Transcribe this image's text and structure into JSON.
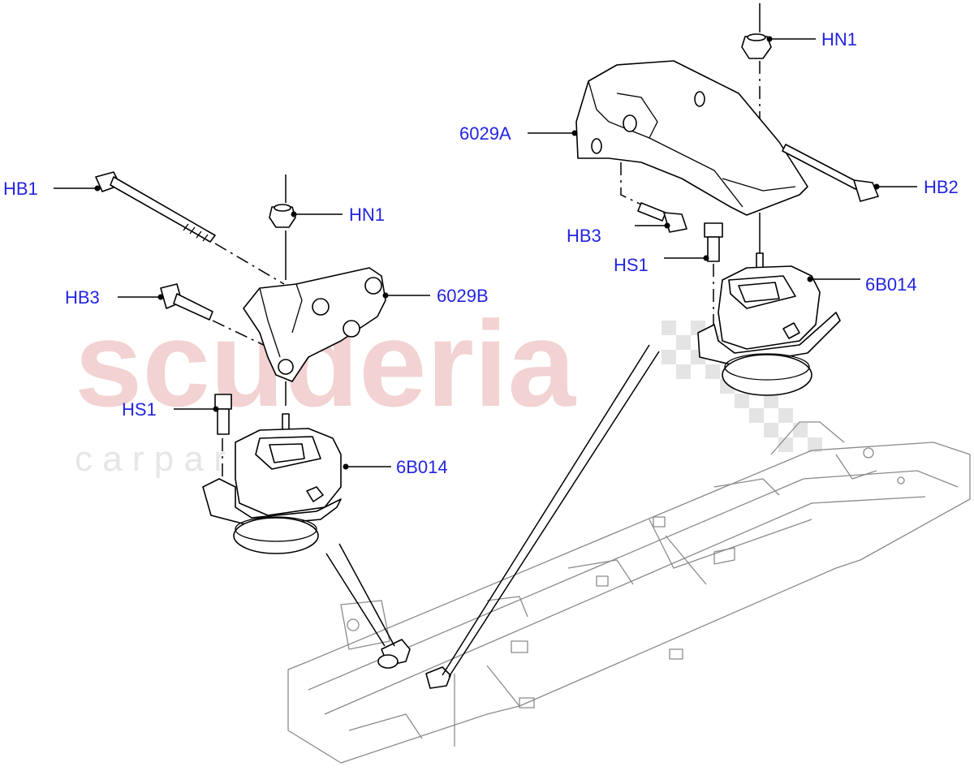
{
  "watermark": {
    "brand": "scuderia",
    "sub": "c a r   p a r t s"
  },
  "callouts": [
    {
      "id": "hb1-left",
      "text": "HB1"
    },
    {
      "id": "hn1-left",
      "text": "HN1"
    },
    {
      "id": "hb3-left",
      "text": "HB3"
    },
    {
      "id": "part-6029b",
      "text": "6029B"
    },
    {
      "id": "hs1-left",
      "text": "HS1"
    },
    {
      "id": "mount-6b014-left",
      "text": "6B014"
    },
    {
      "id": "hn1-right",
      "text": "HN1"
    },
    {
      "id": "part-6029a",
      "text": "6029A"
    },
    {
      "id": "hb2-right",
      "text": "HB2"
    },
    {
      "id": "hb3-right",
      "text": "HB3"
    },
    {
      "id": "hs1-right",
      "text": "HS1"
    },
    {
      "id": "mount-6b014-right",
      "text": "6B014"
    }
  ]
}
